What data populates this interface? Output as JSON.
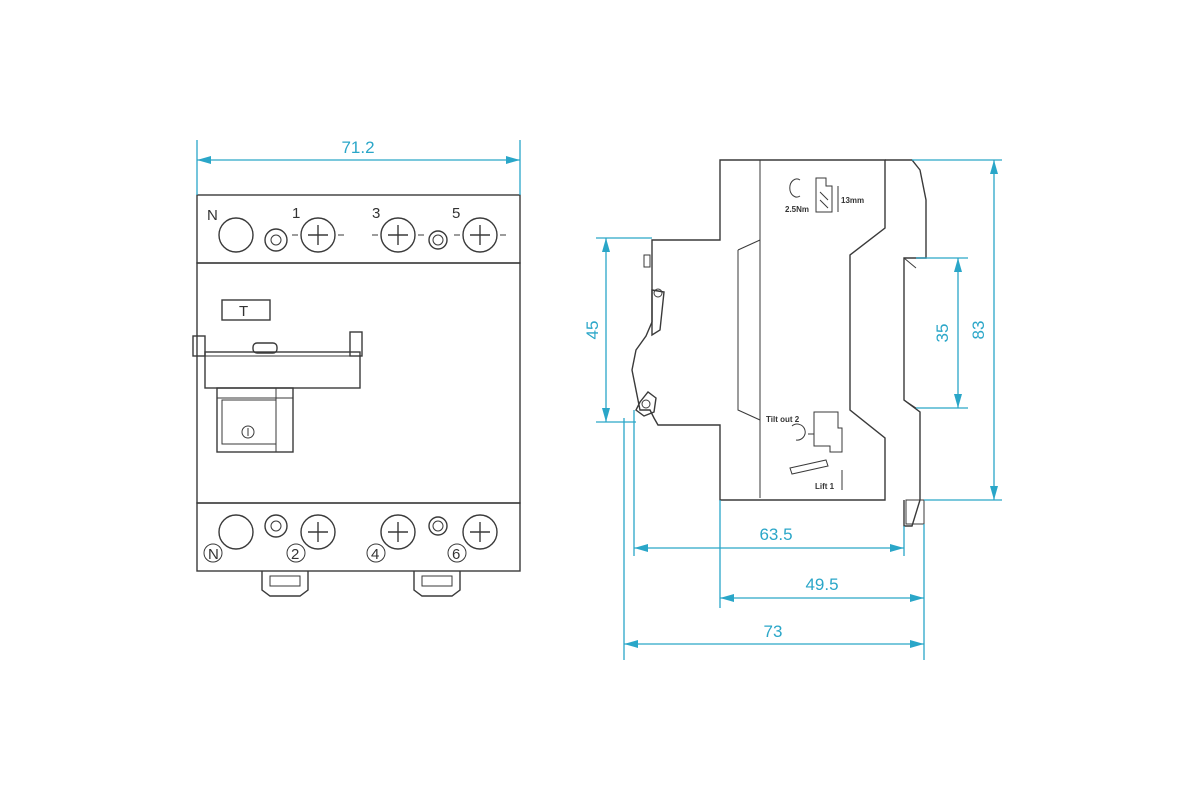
{
  "dimensions": {
    "width_front": "71.2",
    "height_handle": "45",
    "rail": "35",
    "height_total": "83",
    "depth_1": "63.5",
    "depth_2": "49.5",
    "depth_3": "73"
  },
  "front_labels": {
    "top": [
      "N",
      "1",
      "3",
      "5"
    ],
    "bottom": [
      "N",
      "2",
      "4",
      "6"
    ],
    "test_button": "T"
  },
  "side_labels": {
    "torque": "2.5Nm",
    "strip_length": "13mm",
    "tilt": "Tilt out 2",
    "lift": "Lift 1"
  },
  "colors": {
    "outline": "#3a3a3a",
    "dimension": "#2aa6c8"
  }
}
